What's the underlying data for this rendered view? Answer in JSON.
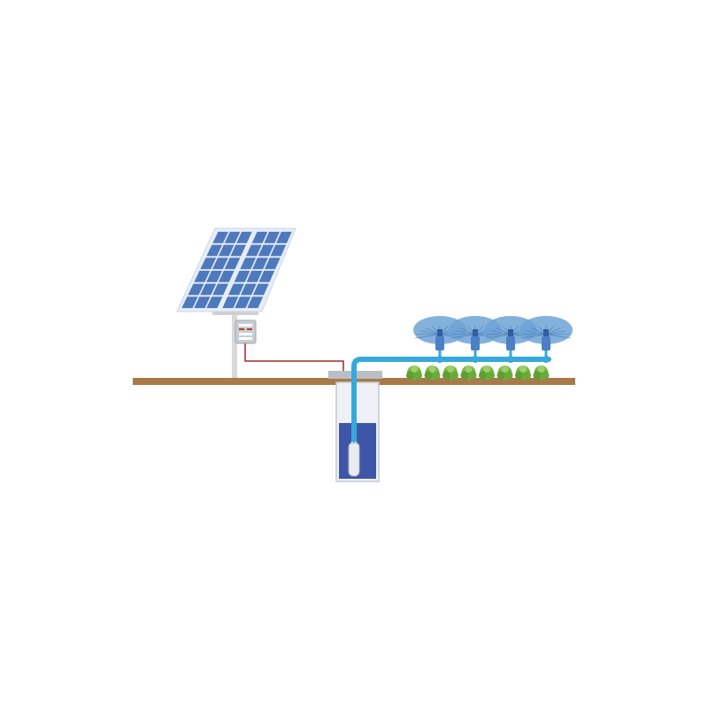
{
  "diagram": {
    "subject": "solar-powered-irrigation-system",
    "components": [
      {
        "id": "solar-panel",
        "icon": "solar-panel-icon"
      },
      {
        "id": "controller",
        "icon": "controller-box-icon"
      },
      {
        "id": "well",
        "icon": "well-icon"
      },
      {
        "id": "submersible-pump",
        "icon": "pump-icon"
      },
      {
        "id": "water-pipe",
        "icon": "pipe-icon"
      },
      {
        "id": "sprinklers",
        "icon": "sprinkler-icon",
        "count": 4
      },
      {
        "id": "crops",
        "icon": "crop-icon",
        "count": 8
      }
    ]
  },
  "colors": {
    "background": "#ffffff",
    "ground": "#a87a4a",
    "panel_cell": "#4f79bd",
    "panel_frame": "#e7eef8",
    "pole": "#d9d9d9",
    "controller": "#c7cdd3",
    "wire": "#9b2a2a",
    "pipe": "#36a9dc",
    "well_water": "#3f56a8",
    "sprinkler_spray": "#6fa3d6",
    "crop": "#7ab845"
  }
}
